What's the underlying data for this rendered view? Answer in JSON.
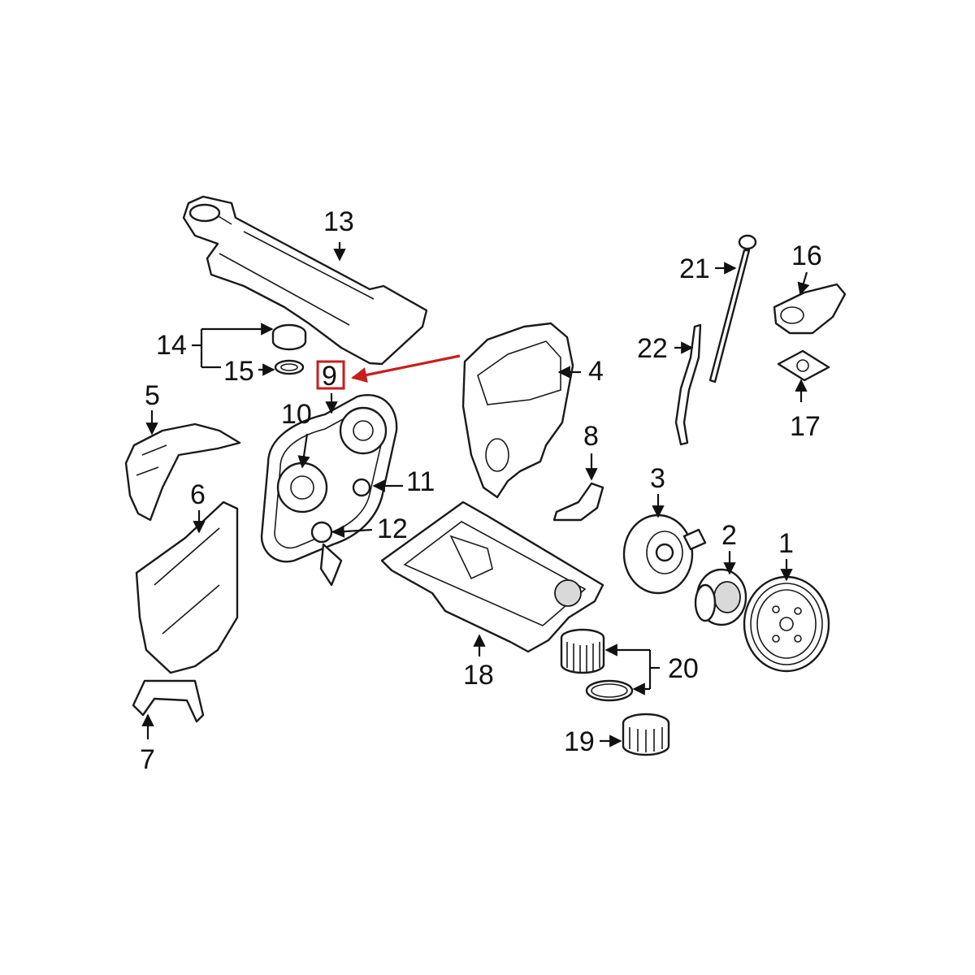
{
  "diagram": {
    "labels": {
      "l1": "1",
      "l2": "2",
      "l3": "3",
      "l4": "4",
      "l5": "5",
      "l6": "6",
      "l7": "7",
      "l8": "8",
      "l9": "9",
      "l10": "10",
      "l11": "11",
      "l12": "12",
      "l13": "13",
      "l14": "14",
      "l15": "15",
      "l16": "16",
      "l17": "17",
      "l18": "18",
      "l19": "19",
      "l20": "20",
      "l21": "21",
      "l22": "22"
    },
    "highlighted_label": "9",
    "colors": {
      "highlight": "#c81e1e",
      "line": "#1a1a1a",
      "background": "#ffffff"
    }
  }
}
